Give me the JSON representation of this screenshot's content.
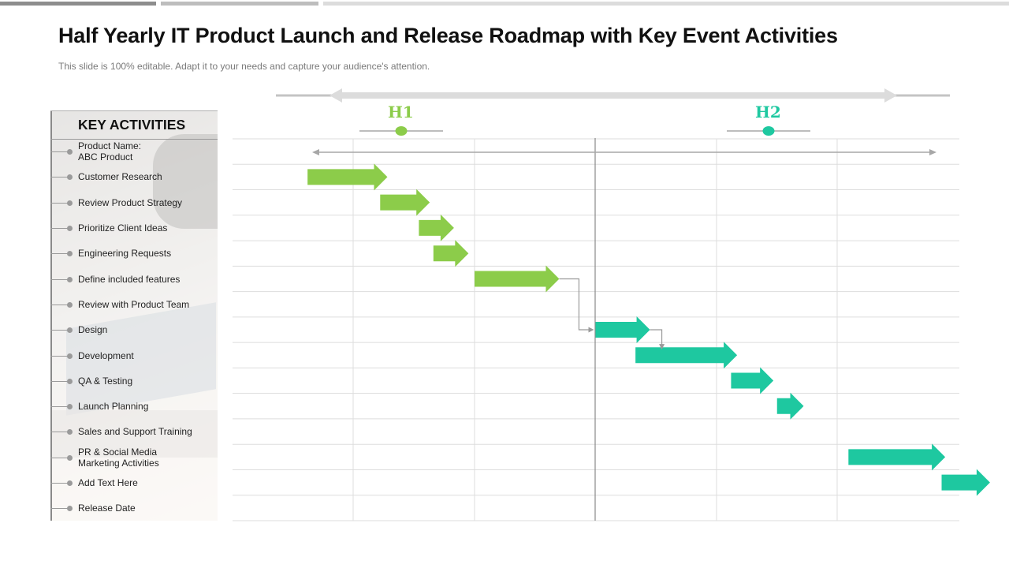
{
  "title": "Half Yearly IT Product Launch and Release Roadmap with Key Event Activities",
  "subtitle": "This slide is 100% editable. Adapt it to your needs and capture your audience's attention.",
  "sidebar": {
    "header": "KEY ACTIVITIES",
    "activities": [
      "Product Name:\nABC Product",
      "Customer Research",
      "Review Product Strategy",
      "Prioritize Client Ideas",
      "Engineering Requests",
      "Define included features",
      "Review with Product Team",
      "Design",
      "Development",
      "QA  & Testing",
      "Launch Planning",
      "Sales and Support Training",
      "PR & Social Media\nMarketing Activities",
      "Add Text Here",
      "Release Date"
    ]
  },
  "timeline": {
    "periods": [
      {
        "label": "H1",
        "color": "#8ccc4a"
      },
      {
        "label": "H2",
        "color": "#1ec8a0"
      }
    ]
  },
  "gantt": {
    "tasks": [
      {
        "row": 1,
        "start": 0.62,
        "end": 1.28,
        "period": "H1"
      },
      {
        "row": 2,
        "start": 1.22,
        "end": 1.63,
        "period": "H1"
      },
      {
        "row": 3,
        "start": 1.54,
        "end": 1.83,
        "period": "H1"
      },
      {
        "row": 4,
        "start": 1.66,
        "end": 1.95,
        "period": "H1"
      },
      {
        "row": 5,
        "start": 2.0,
        "end": 2.7,
        "period": "H1"
      },
      {
        "row": 7,
        "start": 3.0,
        "end": 3.45,
        "period": "H2"
      },
      {
        "row": 8,
        "start": 3.33,
        "end": 4.17,
        "period": "H2"
      },
      {
        "row": 9,
        "start": 4.12,
        "end": 4.47,
        "period": "H2"
      },
      {
        "row": 10,
        "start": 4.5,
        "end": 4.72,
        "period": "H2"
      },
      {
        "row": 12,
        "start": 5.09,
        "end": 5.89,
        "period": "H2"
      },
      {
        "row": 13,
        "start": 5.86,
        "end": 6.26,
        "period": "H2"
      }
    ],
    "connectors": [
      {
        "from_row": 5,
        "from_pos": 2.7,
        "to_row": 7,
        "to_pos": 3.0
      },
      {
        "from_row": 7,
        "from_pos": 3.45,
        "to_row": 8,
        "to_pos": 3.45
      }
    ]
  }
}
